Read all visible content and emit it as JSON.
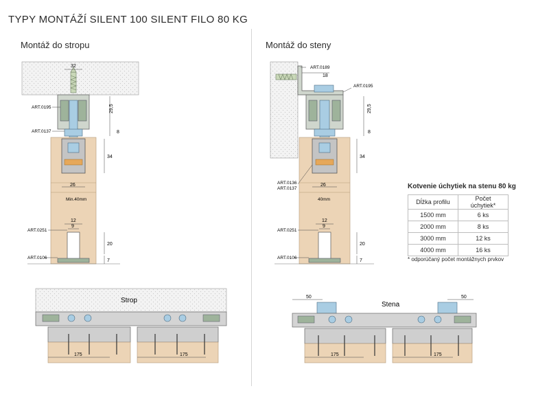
{
  "title": "TYPY MONTÁŽÍ SILENT 100 SILENT FILO 80 KG",
  "left": {
    "subtitle": "Montáž do stropu",
    "dim_top": "32",
    "dim_295": "29,5",
    "dim_8": "8",
    "dim_34": "34",
    "dim_26": "26",
    "minwidth": "Min.40mm",
    "dim_12": "12",
    "dim_9": "9",
    "dim_20": "20",
    "dim_7": "7",
    "labels": [
      "ART.0195",
      "ART.0137",
      "ART.0251",
      "ART.0106"
    ],
    "bottom_label": "Strop",
    "bottom_dims": [
      "175",
      "175"
    ]
  },
  "right": {
    "subtitle": "Montáž do steny",
    "dim_top": "18",
    "dim_295": "29,5",
    "dim_8": "8",
    "dim_34": "34",
    "dim_26": "26",
    "minwidth": "40mm",
    "dim_12": "12",
    "dim_9": "9",
    "dim_20": "20",
    "dim_7": "7",
    "labels": [
      "ART.0189",
      "ART.0195",
      "ART.0136",
      "ART.0137",
      "ART.0251",
      "ART.0106"
    ],
    "bottom_label": "Stena",
    "bottom_dims": [
      "50",
      "50",
      "175",
      "175"
    ]
  },
  "table": {
    "title": "Kotvenie úchytiek na stenu 80 kg",
    "headers": [
      "Dĺžka profilu",
      "Počet úchytiek*"
    ],
    "rows": [
      [
        "1500 mm",
        "6 ks"
      ],
      [
        "2000 mm",
        "8 ks"
      ],
      [
        "3000 mm",
        "12 ks"
      ],
      [
        "4000 mm",
        "16 ks"
      ]
    ],
    "note": "* odporúčaný počet montážnych prvkov"
  },
  "colors": {
    "wood": "#ecd4b6",
    "ceiling": "#efefef",
    "profile": "#a7a7a7",
    "green": "#9eb39b",
    "steel": "#a9cde3",
    "dark": "#555555"
  }
}
